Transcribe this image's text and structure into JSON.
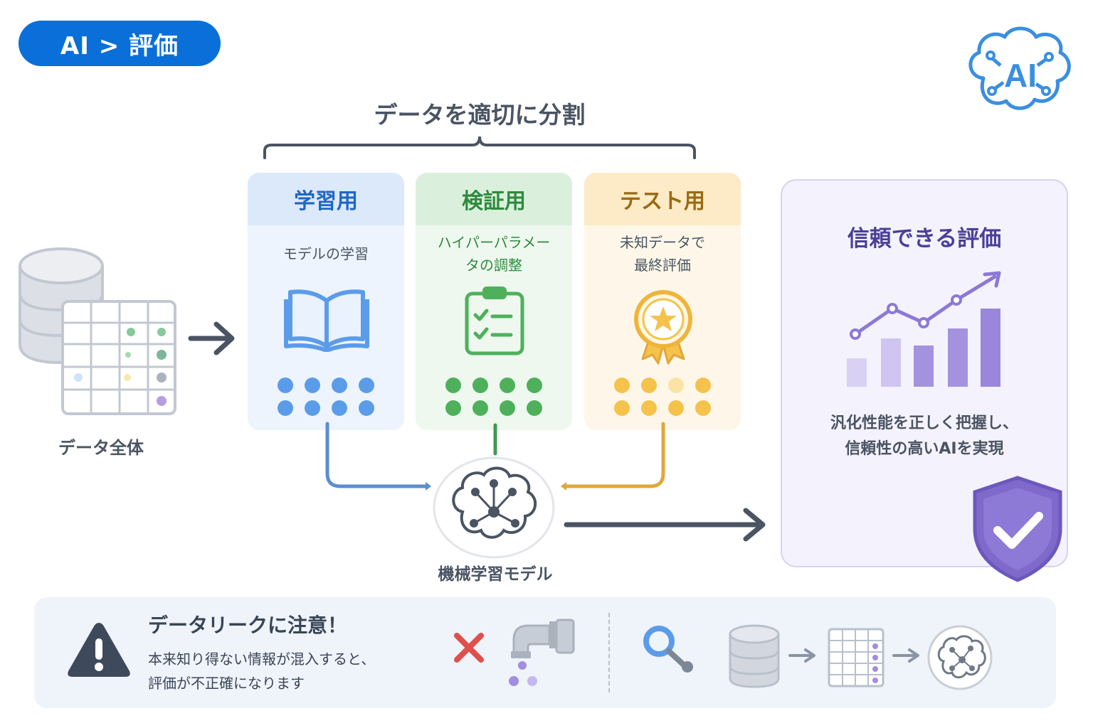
{
  "header": {
    "breadcrumb": "AI > 評価"
  },
  "logo": {
    "text": "AI",
    "icon": "ai-brain-icon"
  },
  "split": {
    "title": "データを適切に分割"
  },
  "dataset": {
    "label": "データ全体"
  },
  "cards": {
    "train": {
      "title": "学習用",
      "desc_lines": [
        "モデルの学習"
      ],
      "icon": "book-icon",
      "color": "#5b9cea"
    },
    "validation": {
      "title": "検証用",
      "desc_lines": [
        "ハイパーパラメー",
        "タの調整"
      ],
      "icon": "clipboard-check-icon",
      "color": "#4fb05c"
    },
    "test": {
      "title": "テスト用",
      "desc_lines": [
        "未知データで",
        "最終評価"
      ],
      "icon": "award-medal-icon",
      "color": "#f5c24b"
    }
  },
  "model": {
    "label": "機械学習モデル",
    "icon": "neural-brain-icon"
  },
  "result": {
    "title": "信頼できる評価",
    "text_lines": [
      "汎化性能を正しく把握し、",
      "信頼性の高いAIを実現"
    ],
    "icon": "shield-check-icon"
  },
  "warning": {
    "title": "データリークに注意！",
    "text_lines": [
      "本来知り得ない情報が混入すると、",
      "評価が不正確になります"
    ],
    "icons": [
      "warning-icon",
      "cross-icon",
      "leaking-pipe-icon",
      "search-key-icon",
      "database-icon",
      "table-icon",
      "neural-brain-icon"
    ]
  },
  "colors": {
    "accent": "#0a6fd8",
    "train": "#1f67c4",
    "validation": "#2f8a3e",
    "test": "#9a6a12",
    "result": "#4a3f98"
  }
}
